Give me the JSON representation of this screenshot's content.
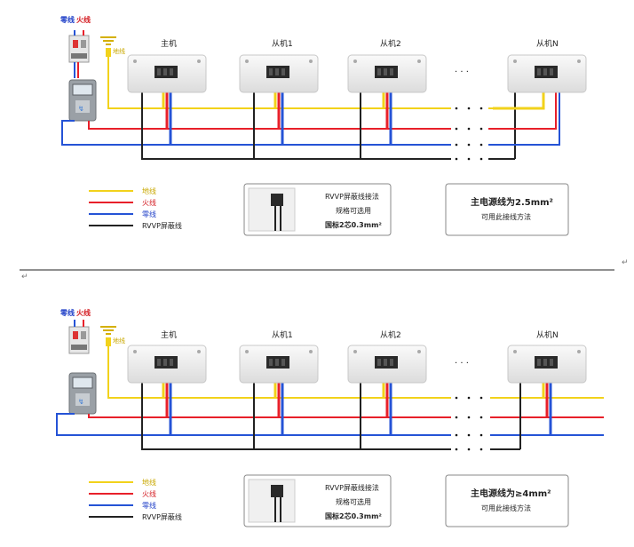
{
  "diagram1": {
    "labels": {
      "neutral_top": "零线",
      "live_top": "火线",
      "ground_tag": "地线",
      "host": "主机",
      "slave1": "从机1",
      "slave2": "从机2",
      "slaveN": "从机N",
      "dots": "· · ·"
    },
    "legend": {
      "ground": "地线",
      "live": "火线",
      "neutral": "零线",
      "rvvp": "RVVP屏蔽线"
    },
    "rvvp_box": {
      "line1": "RVVP屏蔽线接法",
      "line2": "规格可选用",
      "line3": "国标2芯0.3mm²"
    },
    "power_box": {
      "line1": "主电源线为2.5mm²",
      "line2": "可用此接线方法"
    }
  },
  "diagram2": {
    "labels": {
      "neutral_top": "零线",
      "live_top": "火线",
      "ground_tag": "地线",
      "host": "主机",
      "slave1": "从机1",
      "slave2": "从机2",
      "slaveN": "从机N",
      "dots": "· · ·"
    },
    "legend": {
      "ground": "地线",
      "live": "火线",
      "neutral": "零线",
      "rvvp": "RVVP屏蔽线"
    },
    "rvvp_box": {
      "line1": "RVVP屏蔽线接法",
      "line2": "规格可选用",
      "line3": "国标2芯0.3mm²"
    },
    "power_box": {
      "line1": "主电源线为≥4mm²",
      "line2": "可用此接线方法"
    }
  },
  "marks": {
    "return1": "↵",
    "return2": "↵"
  },
  "colors": {
    "ground": "#f2d21b",
    "live": "#e8202a",
    "neutral": "#2553d6",
    "rvvp": "#222222",
    "label_blue": "#2040c8",
    "label_red": "#d41f25",
    "label_yellow": "#c9a800"
  }
}
